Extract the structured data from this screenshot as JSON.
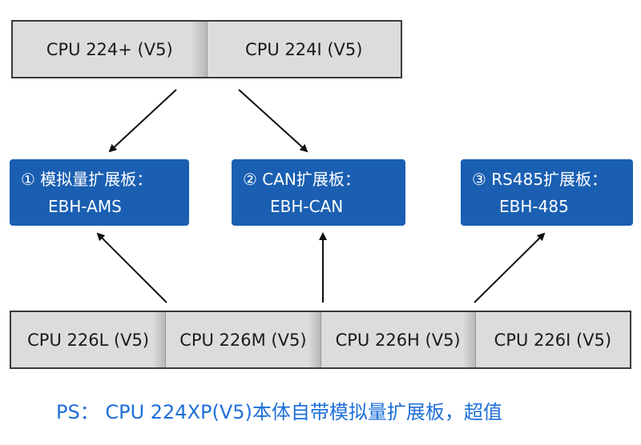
{
  "top_cpus": [
    "CPU 224+ (V5)",
    "CPU 224I (V5)"
  ],
  "boards": [
    {
      "title": "① 模拟量扩展板：",
      "model": "EBH-AMS"
    },
    {
      "title": "② CAN扩展板：",
      "model": "EBH-CAN"
    },
    {
      "title": "③ RS485扩展板：",
      "model": "EBH-485"
    }
  ],
  "bottom_cpus": [
    "CPU 226L (V5)",
    "CPU 226M (V5)",
    "CPU 226H (V5)",
    "CPU 226I (V5)"
  ],
  "footnote": "PS： CPU 224XP(V5)本体自带模拟量扩展板，超值",
  "colors": {
    "board_blue": "#1a5fb2",
    "footnote_blue": "#1e6fd9",
    "cell_gray": "#dcdcdc"
  }
}
